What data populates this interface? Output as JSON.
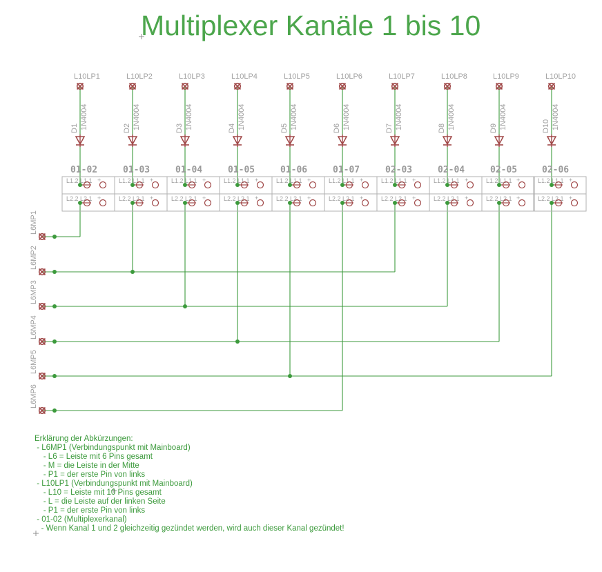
{
  "title": "Multiplexer Kanäle 1 bis 10",
  "colors": {
    "wire": "#3c9a3c",
    "part": "#a04848",
    "label": "#a0a0a0",
    "frame": "#b0b0b0",
    "title": "#4ca64c"
  },
  "top_connectors": [
    "L10LP1",
    "L10LP2",
    "L10LP3",
    "L10LP4",
    "L10LP5",
    "L10LP6",
    "L10LP7",
    "L10LP8",
    "L10LP9",
    "L10LP10"
  ],
  "diodes": [
    {
      "name": "D1",
      "value": "1N4004"
    },
    {
      "name": "D2",
      "value": "1N4004"
    },
    {
      "name": "D3",
      "value": "1N4004"
    },
    {
      "name": "D4",
      "value": "1N4004"
    },
    {
      "name": "D5",
      "value": "1N4004"
    },
    {
      "name": "D6",
      "value": "1N4004"
    },
    {
      "name": "D7",
      "value": "1N4004"
    },
    {
      "name": "D8",
      "value": "1N4004"
    },
    {
      "name": "D9",
      "value": "1N4004"
    },
    {
      "name": "D10",
      "value": "1N4004"
    }
  ],
  "channels": [
    "01-02",
    "01-03",
    "01-04",
    "01-05",
    "01-06",
    "01-07",
    "02-03",
    "02-04",
    "02-05",
    "02-06"
  ],
  "relay_pin_labels": {
    "row1_left": "L1.2",
    "row1_right": "L1.1",
    "row2_left": "L2.2",
    "row2_right": "L2.1",
    "polarity": "+"
  },
  "left_connectors": [
    "L6MP1",
    "L6MP2",
    "L6MP3",
    "L6MP4",
    "L6MP5",
    "L6MP6"
  ],
  "legend": [
    "Erklärung der Abkürzungen:",
    " - L6MP1 (Verbindungspunkt mit Mainboard)",
    "    - L6 = Leiste mit 6 Pins gesamt",
    "    - M = die Leiste in der Mitte",
    "    - P1 = der erste Pin von links",
    " - L10LP1 (Verbindungspunkt mit Mainboard)",
    "    - L10 = Leiste mit 10 Pins gesamt",
    "    - L = die Leiste auf der linken Seite",
    "    - P1 = der erste Pin von links",
    " - 01-02 (Multiplexerkanal)",
    "   - Wenn Kanal 1 und 2 gleichzeitig gezündet werden, wird auch dieser Kanal gezündet!"
  ]
}
